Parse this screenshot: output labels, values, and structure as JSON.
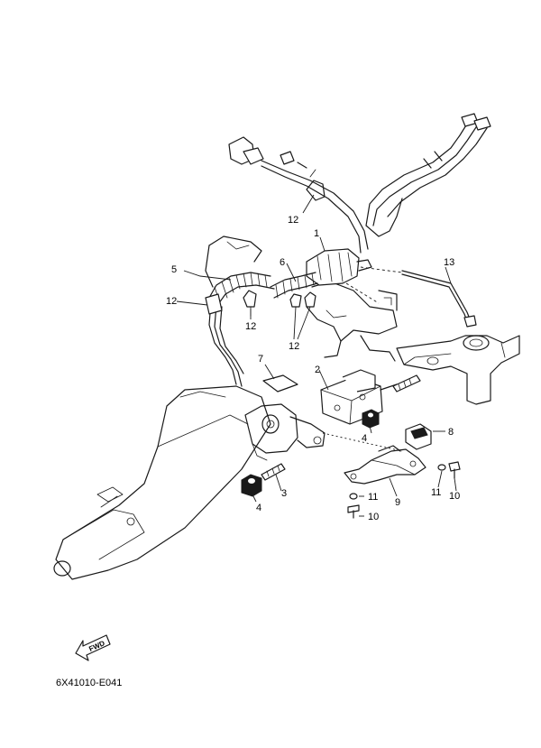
{
  "diagram": {
    "code": "6X41010-E041",
    "fwd_label": "FWD",
    "callouts": [
      {
        "id": "c1",
        "text": "1"
      },
      {
        "id": "c2",
        "text": "2"
      },
      {
        "id": "c3",
        "text": "3"
      },
      {
        "id": "c4a",
        "text": "4"
      },
      {
        "id": "c4b",
        "text": "4"
      },
      {
        "id": "c5",
        "text": "5"
      },
      {
        "id": "c6",
        "text": "6"
      },
      {
        "id": "c7",
        "text": "7"
      },
      {
        "id": "c8",
        "text": "8"
      },
      {
        "id": "c9",
        "text": "9"
      },
      {
        "id": "c10a",
        "text": "10"
      },
      {
        "id": "c10b",
        "text": "10"
      },
      {
        "id": "c11a",
        "text": "11"
      },
      {
        "id": "c11b",
        "text": "11"
      },
      {
        "id": "c12a",
        "text": "12"
      },
      {
        "id": "c12b",
        "text": "12"
      },
      {
        "id": "c12c",
        "text": "12"
      },
      {
        "id": "c12d",
        "text": "12"
      },
      {
        "id": "c13",
        "text": "13"
      }
    ]
  }
}
